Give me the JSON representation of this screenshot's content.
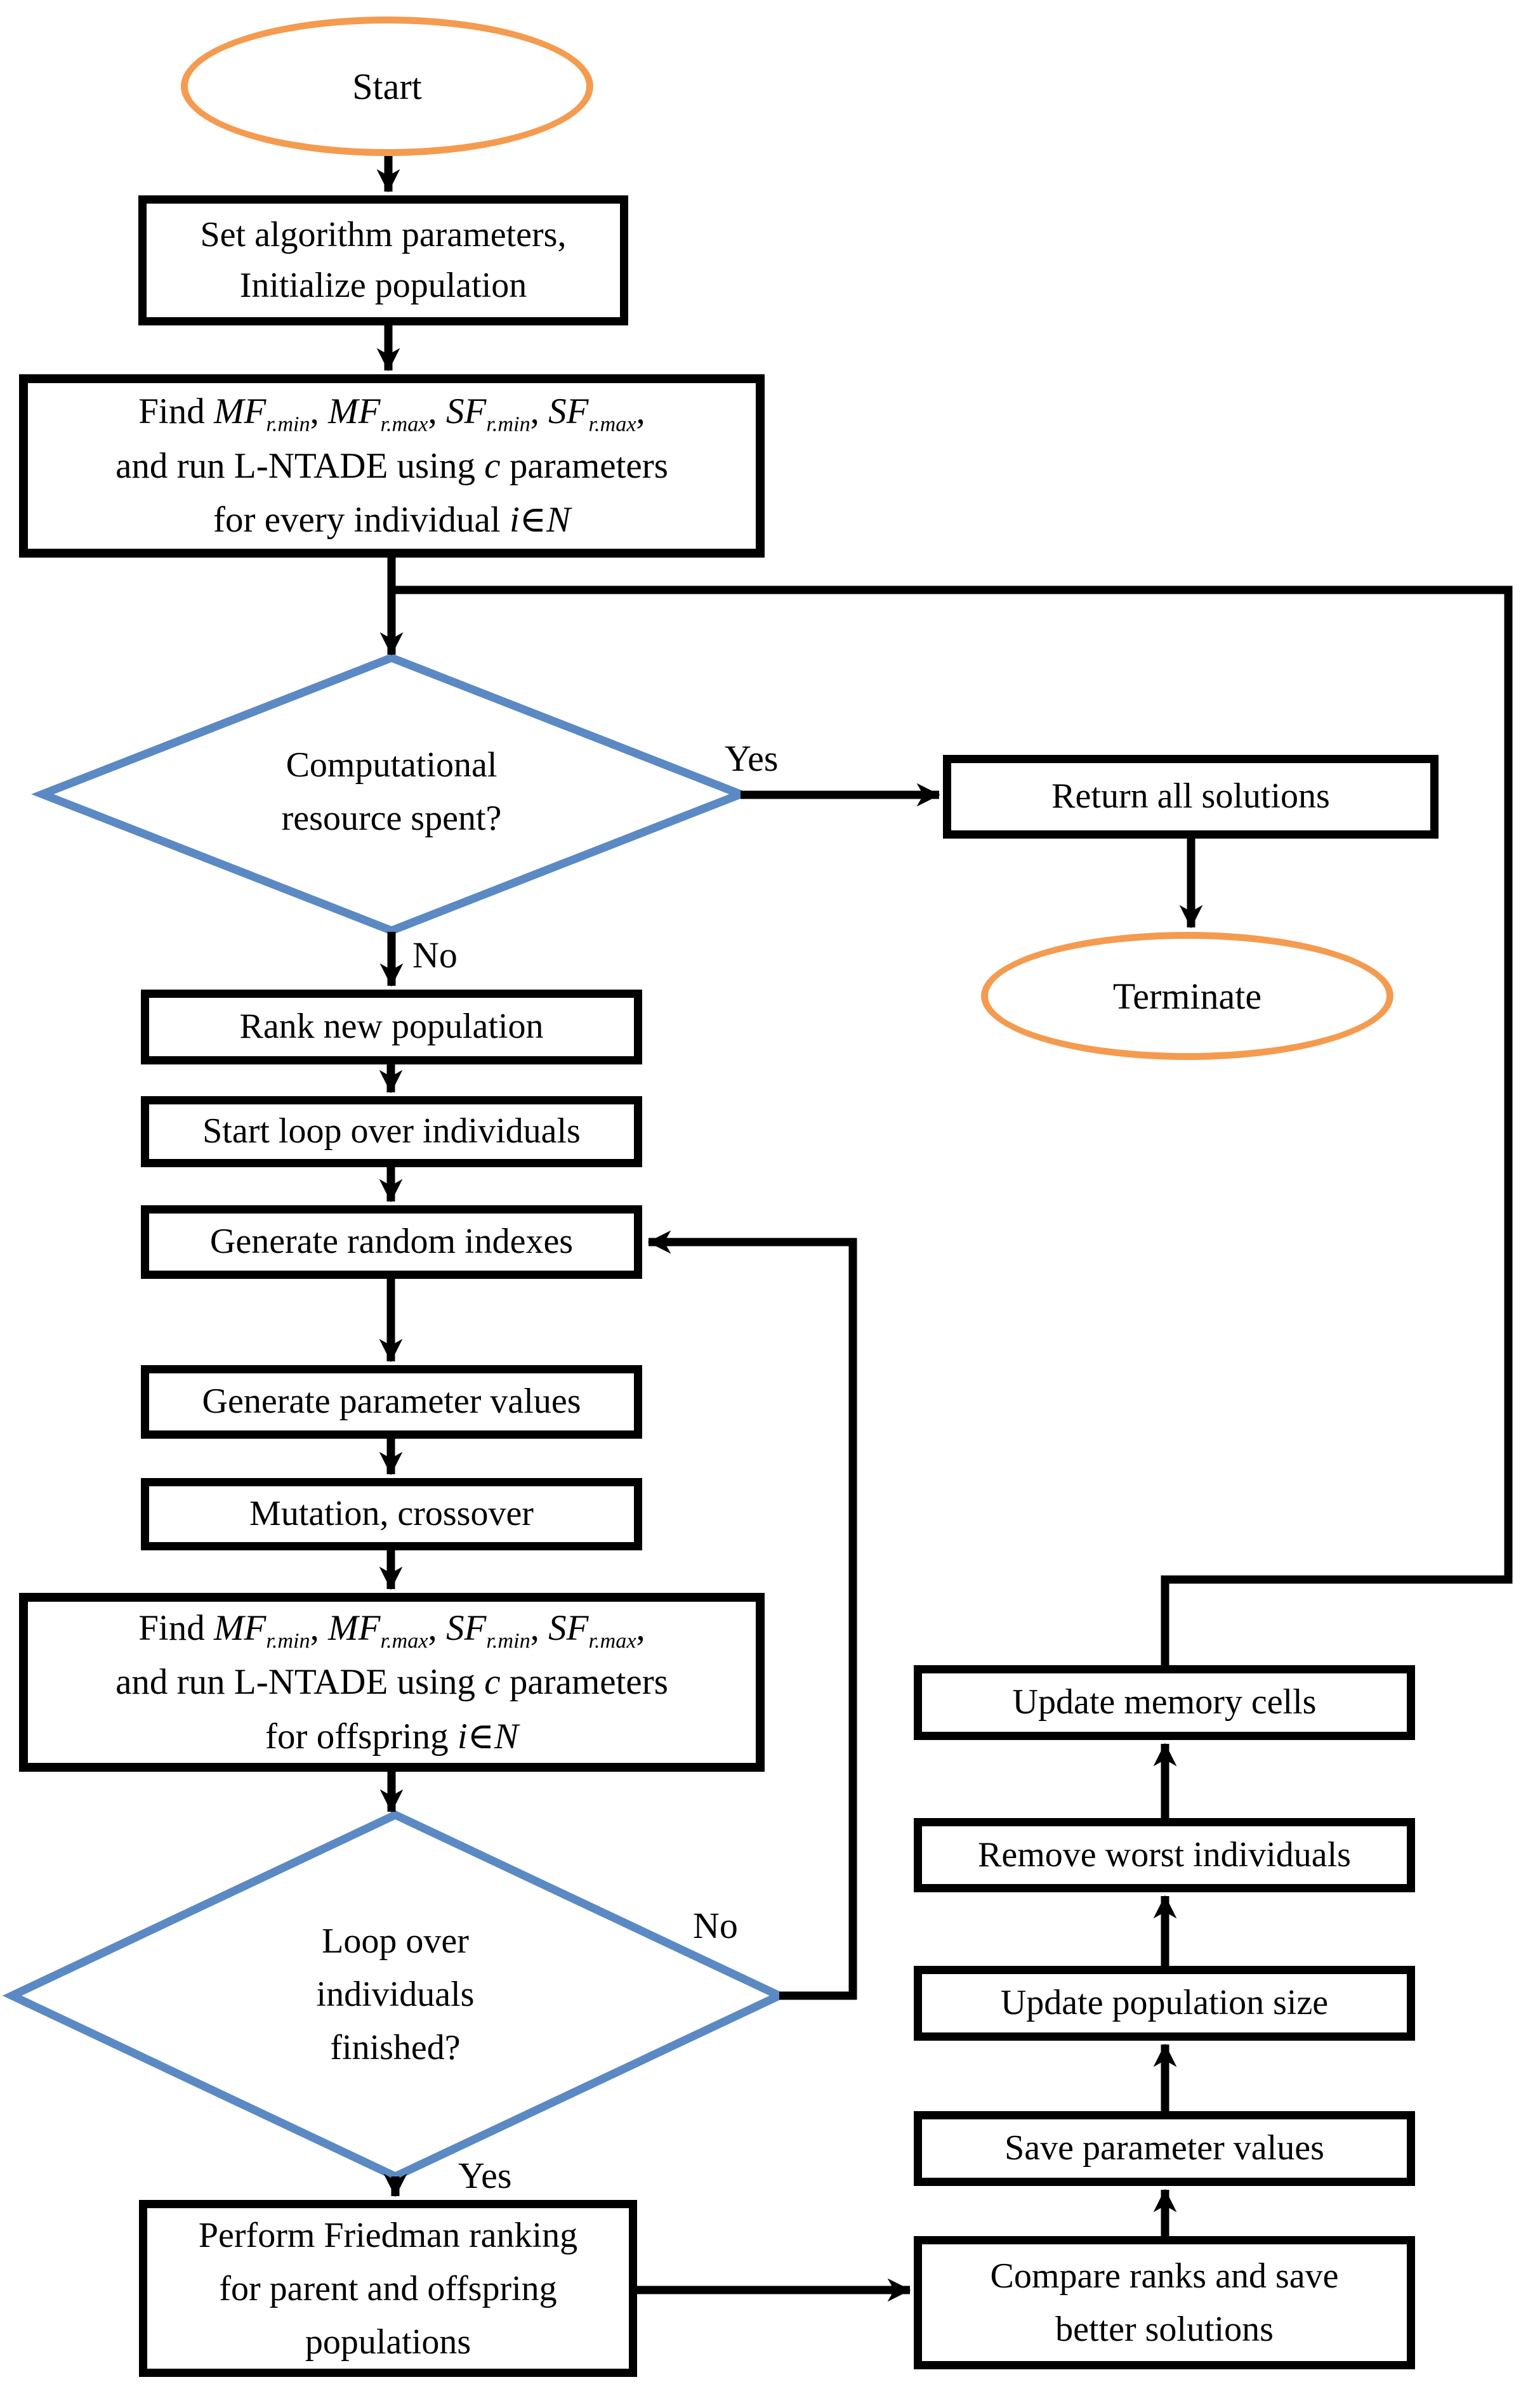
{
  "colors": {
    "accent_orange": "#F49B50",
    "accent_blue": "#5B89C4",
    "line_black": "#000000"
  },
  "nodes": {
    "start": {
      "label": "Start"
    },
    "init": {
      "lines": [
        "Set algorithm parameters,",
        "Initialize population"
      ]
    },
    "find1": {
      "lines_html": [
        "Find <i>MF</i><sub><i>r.min</i></sub>, <i>MF</i><sub><i>r.max</i></sub>, <i>SF</i><sub><i>r.min</i></sub>, <i>SF</i><sub><i>r.max</i></sub>,",
        "and run L-NTADE using <i>c</i> parameters",
        "for every individual <i>i</i>∈<i>N</i>"
      ]
    },
    "decision_resource": {
      "lines": [
        "Computational",
        "resource spent?"
      ]
    },
    "return_all": {
      "label": "Return all solutions"
    },
    "terminate": {
      "label": "Terminate"
    },
    "rank": {
      "label": "Rank new population"
    },
    "start_loop": {
      "label": "Start loop over individuals"
    },
    "gen_indexes": {
      "label": "Generate random indexes"
    },
    "gen_params": {
      "label": "Generate parameter values"
    },
    "mutation": {
      "label": "Mutation, crossover"
    },
    "find2": {
      "lines_html": [
        "Find <i>MF</i><sub><i>r.min</i></sub>, <i>MF</i><sub><i>r.max</i></sub>, <i>SF</i><sub><i>r.min</i></sub>, <i>SF</i><sub><i>r.max</i></sub>,",
        "and run L-NTADE using <i>c</i> parameters",
        "for offspring <i>i</i>∈<i>N</i>"
      ]
    },
    "decision_loop": {
      "lines": [
        "Loop over",
        "individuals",
        "finished?"
      ]
    },
    "friedman": {
      "lines": [
        "Perform Friedman ranking",
        "for parent and offspring",
        "populations"
      ]
    },
    "compare": {
      "lines": [
        "Compare ranks and save",
        "better solutions"
      ]
    },
    "save_params": {
      "label": "Save parameter values"
    },
    "update_pop": {
      "label": "Update population size"
    },
    "remove_worst": {
      "label": "Remove worst individuals"
    },
    "update_memory": {
      "label": "Update memory cells"
    }
  },
  "edge_labels": {
    "resource_yes": "Yes",
    "resource_no": "No",
    "loop_no": "No",
    "loop_yes": "Yes"
  }
}
